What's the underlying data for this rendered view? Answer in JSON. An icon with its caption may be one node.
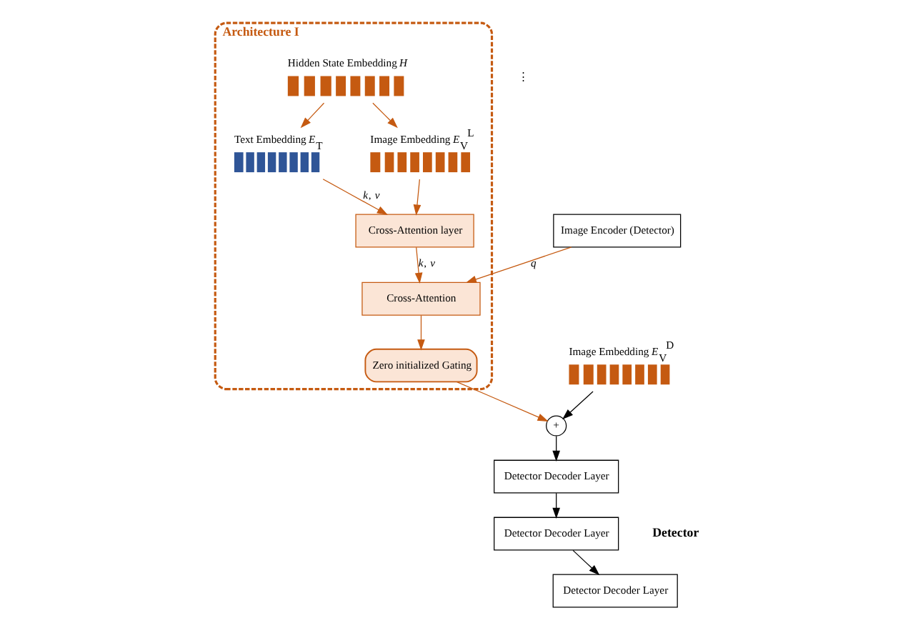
{
  "diagram": {
    "nodes": [
      {
        "text": [
          "Architecture I"
        ]
      },
      {
        "text": [
          "Hidden State Embedding *H*"
        ],
        "in": 0
      },
      {
        "text": [
          "Text Embedding *E*$_{T}$"
        ],
        "in": 0
      },
      {
        "text": [
          "Image Embedding *E*$_{V}$$^{L}$"
        ],
        "in": 0
      },
      {
        "text": [
          "Cross-Attention layer"
        ],
        "in": 0
      },
      {
        "text": [
          "Cross-Attention"
        ],
        "in": 0
      },
      {
        "text": [
          "Zero initialized Gating"
        ],
        "in": 0
      },
      {
        "text": [
          "Detector Decoder Layer"
        ]
      },
      {
        "text": [
          "Detector Decoder Layer"
        ]
      },
      {
        "text": [
          "Detector Decoder Layer"
        ]
      },
      {
        "text": [
          "+"
        ]
      },
      {
        "text": [
          "Image Embedding *E*$_{V}$$^{D}$"
        ]
      },
      {
        "text": [
          "Image Encoder (Detector)"
        ]
      }
    ],
    "edges": [
      {
        "from": 1,
        "to": 2,
        "arrow": "to"
      },
      {
        "from": 1,
        "to": 3,
        "arrow": "to"
      },
      {
        "from": 2,
        "to": 4,
        "arrow": "to",
        "label": "*k*, *v*"
      },
      {
        "from": 3,
        "to": 4,
        "arrow": "to"
      },
      {
        "from": 4,
        "to": 5,
        "arrow": "to",
        "label": "*k*, *v*"
      },
      {
        "from": 5,
        "to": 6,
        "arrow": "to"
      },
      {
        "from": 6,
        "to": 10,
        "arrow": "to"
      },
      {
        "from": 11,
        "to": 10,
        "arrow": "to",
        "color": "#000000"
      },
      {
        "from": 10,
        "to": 9,
        "arrow": "to",
        "color": "#000000"
      },
      {
        "from": 9,
        "to": 8,
        "arrow": "to",
        "color": "#000000"
      },
      {
        "from": 8,
        "to": 7,
        "arrow": "to",
        "color": "#000000"
      },
      {
        "from": 12,
        "to": 5,
        "arrow": "to",
        "label": "*q*"
      }
    ],
    "labels": [
      "Detector",
      "⋮"
    ]
  }
}
